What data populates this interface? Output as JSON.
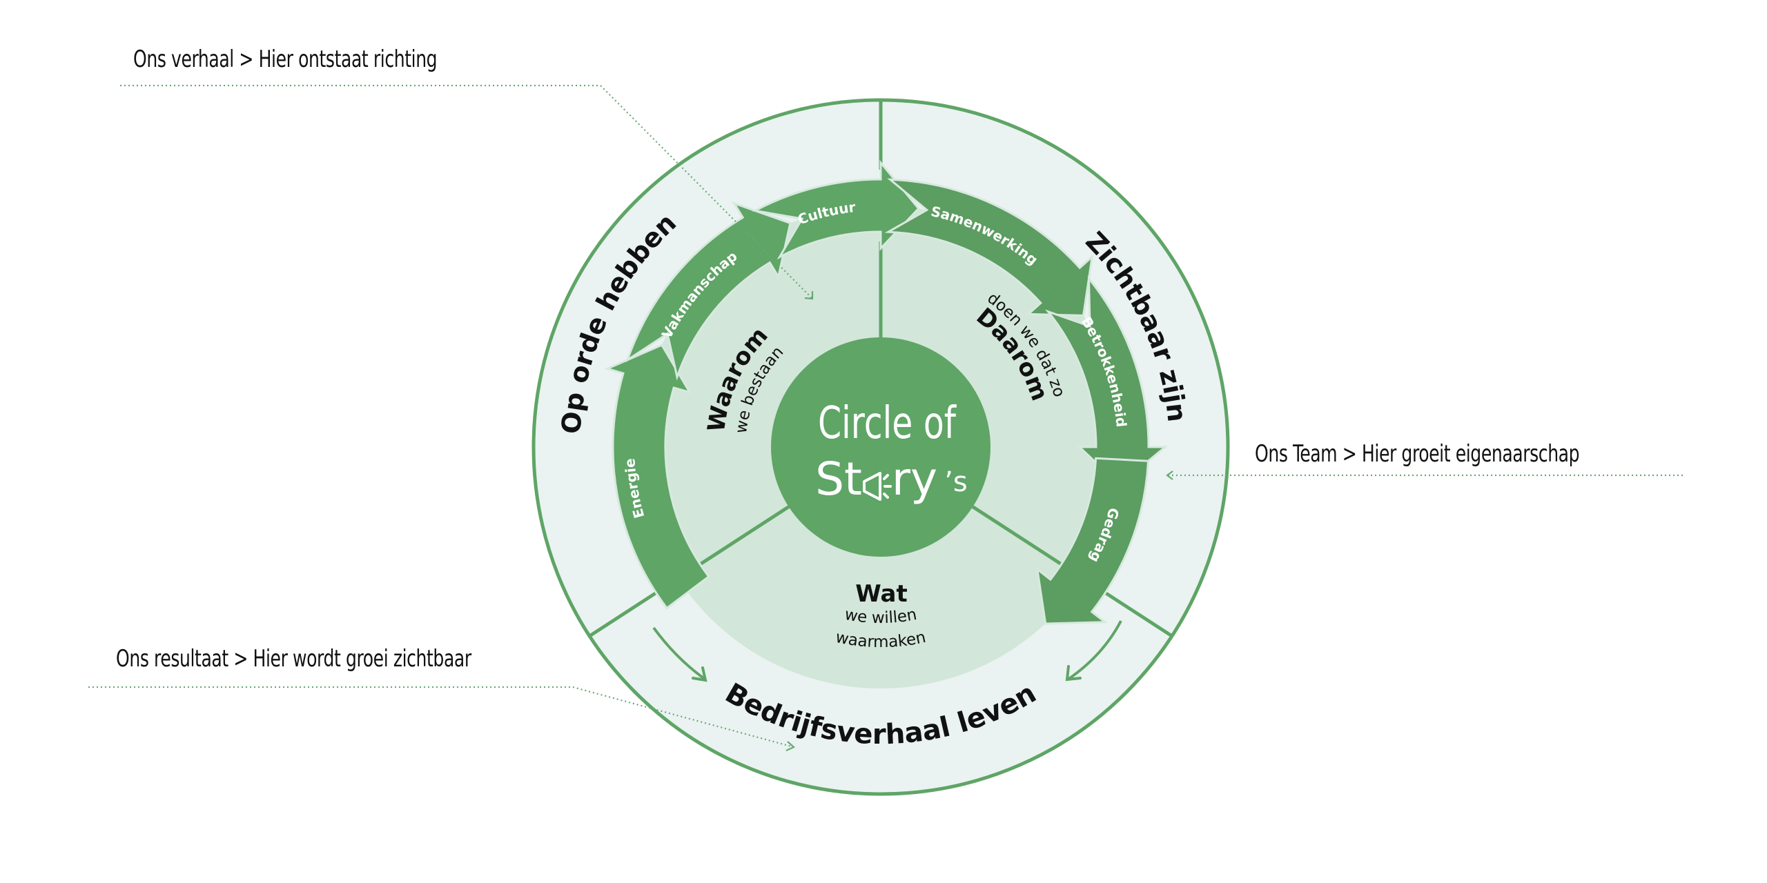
{
  "diagram": {
    "title_line1": "Circle of",
    "title_line2_start": "St",
    "title_line2_end": "ry",
    "title_suffix": "’s",
    "center_icon": "megaphone-icon",
    "colors": {
      "arrow_left": "#5fa566",
      "arrow_right": "#5c9d61",
      "outer_ring": "#eaf3f1",
      "middle_disc": "#d2e6d9",
      "outline": "#5fa566",
      "center": "#5fa566",
      "annotation_line": "#6aa874"
    },
    "outer_segments": [
      {
        "label": "Op orde hebben"
      },
      {
        "label": "Zichtbaar zijn"
      },
      {
        "label": "Bedrijfsverhaal leven"
      }
    ],
    "inner_segments": [
      {
        "title": "Waarom",
        "subtitle": "we bestaan"
      },
      {
        "title": "Daarom",
        "subtitle": "doen we dat zo"
      },
      {
        "title": "Wat",
        "subtitle_line1": "we willen",
        "subtitle_line2": "waarmaken"
      }
    ],
    "arrows": [
      {
        "label": "Energie"
      },
      {
        "label": "Vakmanschap"
      },
      {
        "label": "Cultuur"
      },
      {
        "label": "Samenwerking"
      },
      {
        "label": "Betrokkenheid"
      },
      {
        "label": "Gedrag"
      }
    ]
  },
  "annotations": [
    {
      "text": "Ons verhaal > Hier ontstaat richting"
    },
    {
      "text": "Ons Team > Hier groeit eigenaarschap"
    },
    {
      "text": "Ons resultaat > Hier wordt groei zichtbaar"
    }
  ]
}
